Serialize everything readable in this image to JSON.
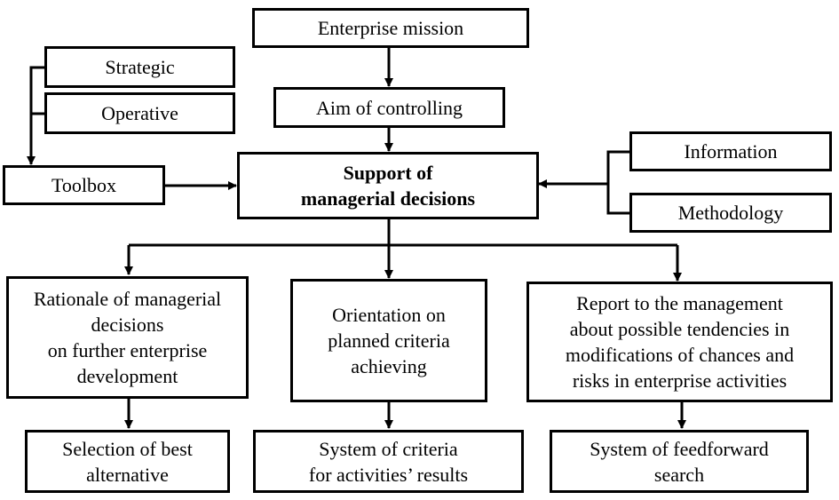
{
  "nodes": {
    "mission": "Enterprise mission",
    "strategic": "Strategic",
    "operative": "Operative",
    "aim": "Aim of controlling",
    "toolbox": "Toolbox",
    "support": "Support of\nmanagerial decisions",
    "information": "Information",
    "methodology": "Methodology",
    "rationale": "Rationale of managerial\ndecisions\non further enterprise\ndevelopment",
    "orientation": "Orientation on\nplanned criteria\nachieving",
    "report": "Report to the management\nabout possible tendencies in\nmodifications of chances and\nrisks in enterprise activities",
    "selection": "Selection of best\nalternative",
    "criteria": "System of criteria\nfor activities’ results",
    "feedforward": "System of feedforward\nsearch"
  }
}
